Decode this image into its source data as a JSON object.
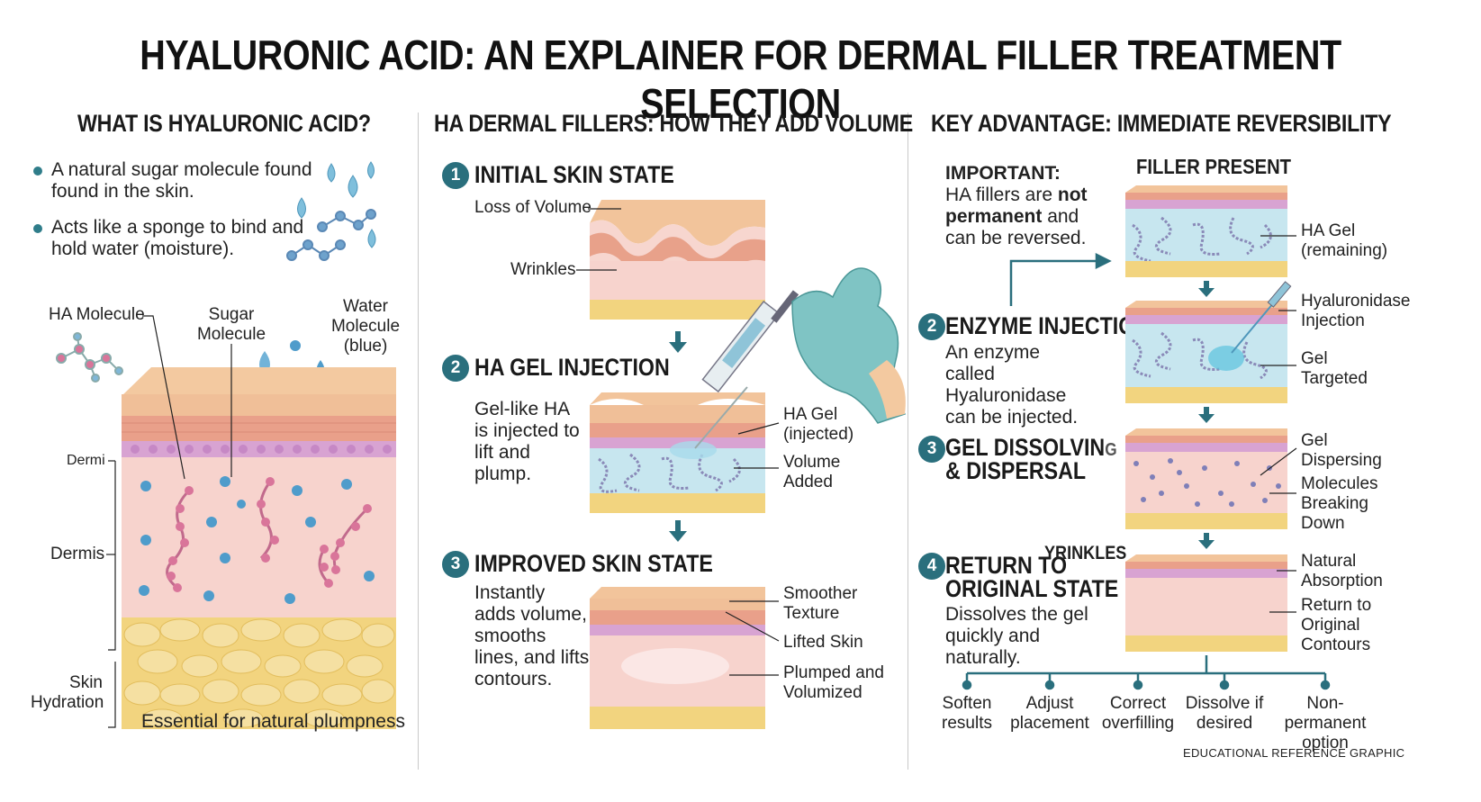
{
  "title": "HYALURONIC ACID: AN EXPLAINER FOR DERMAL FILLER TREATMENT SELECTION",
  "colors": {
    "teal": "#2a6f7d",
    "skin_top": "#f0c49a",
    "epidermis": "#e89a86",
    "dermis": "#f6cfc8",
    "fat": "#f2d37a",
    "gel": "#c7e6ef",
    "glove": "#7fc4c4"
  },
  "col1": {
    "heading": "WHAT IS HYALURONIC ACID?",
    "bullets": [
      "A natural sugar molecule found found in the skin.",
      "Acts like a sponge to bind and hold water (moisture)."
    ],
    "labels": {
      "ha_molecule": "HA Molecule",
      "sugar_molecule": "Sugar Molecule",
      "water_molecule": "Water Molecule (blue)",
      "dermi": "Dermi",
      "dermis": "Dermis",
      "skin_hydration": "Skin Hydration"
    },
    "caption": "Essential for natural plumpness"
  },
  "col2": {
    "heading": "HA DERMAL FILLERS: HOW THEY ADD VOLUME",
    "steps": [
      {
        "num": "1",
        "title": "INITIAL SKIN STATE",
        "labels": [
          "Loss of Volume",
          "Wrinkles"
        ]
      },
      {
        "num": "2",
        "title": "HA GEL INJECTION",
        "desc": "Gel-like HA is injected to lift and plump.",
        "labels": [
          "HA Gel (injected)",
          "Volume Added"
        ]
      },
      {
        "num": "3",
        "title": "IMPROVED SKIN STATE",
        "desc": "Instantly adds volume, smooths lines, and lifts contours.",
        "labels": [
          "Smoother Texture",
          "Lifted Skin",
          "Plumped and Volumized"
        ]
      }
    ]
  },
  "col3": {
    "heading": "KEY ADVANTAGE: IMMEDIATE REVERSIBILITY",
    "important_head": "IMPORTANT:",
    "important_text": {
      "a": "HA fillers are ",
      "b": "not permanent",
      "c": " and can be reversed."
    },
    "filler_present": "FILLER PRESENT",
    "panel_labels": [
      "HA Gel (remaining)",
      "Hyaluronidase Injection",
      "Gel Targeted",
      "Gel Dispersing",
      "Molecules Breaking Down",
      "Natural Absorption",
      "Return to Original Contours"
    ],
    "steps": [
      {
        "num": "2",
        "title": "ENZYME INJECTION",
        "desc": "An enzyme called Hyaluronidase can be injected."
      },
      {
        "num": "3",
        "title": "GEL DISSOLVING & DISPERSAL",
        "title_a": "GEL DISSOLVIN",
        "title_b": "G",
        "title_line2": "& DISPERSAL"
      },
      {
        "num": "4",
        "title_a": "RETURN TO",
        "title_b": "ORIGINAL STATE",
        "overlay": "YRINKLES",
        "desc": "Dissolves the gel quickly and naturally."
      }
    ],
    "options": [
      "Soften results",
      "Adjust placement",
      "Correct overfilling",
      "Dissolve if desired",
      "Non-permanent option"
    ]
  },
  "footer": "EDUCATIONAL REFERENCE GRAPHIC"
}
